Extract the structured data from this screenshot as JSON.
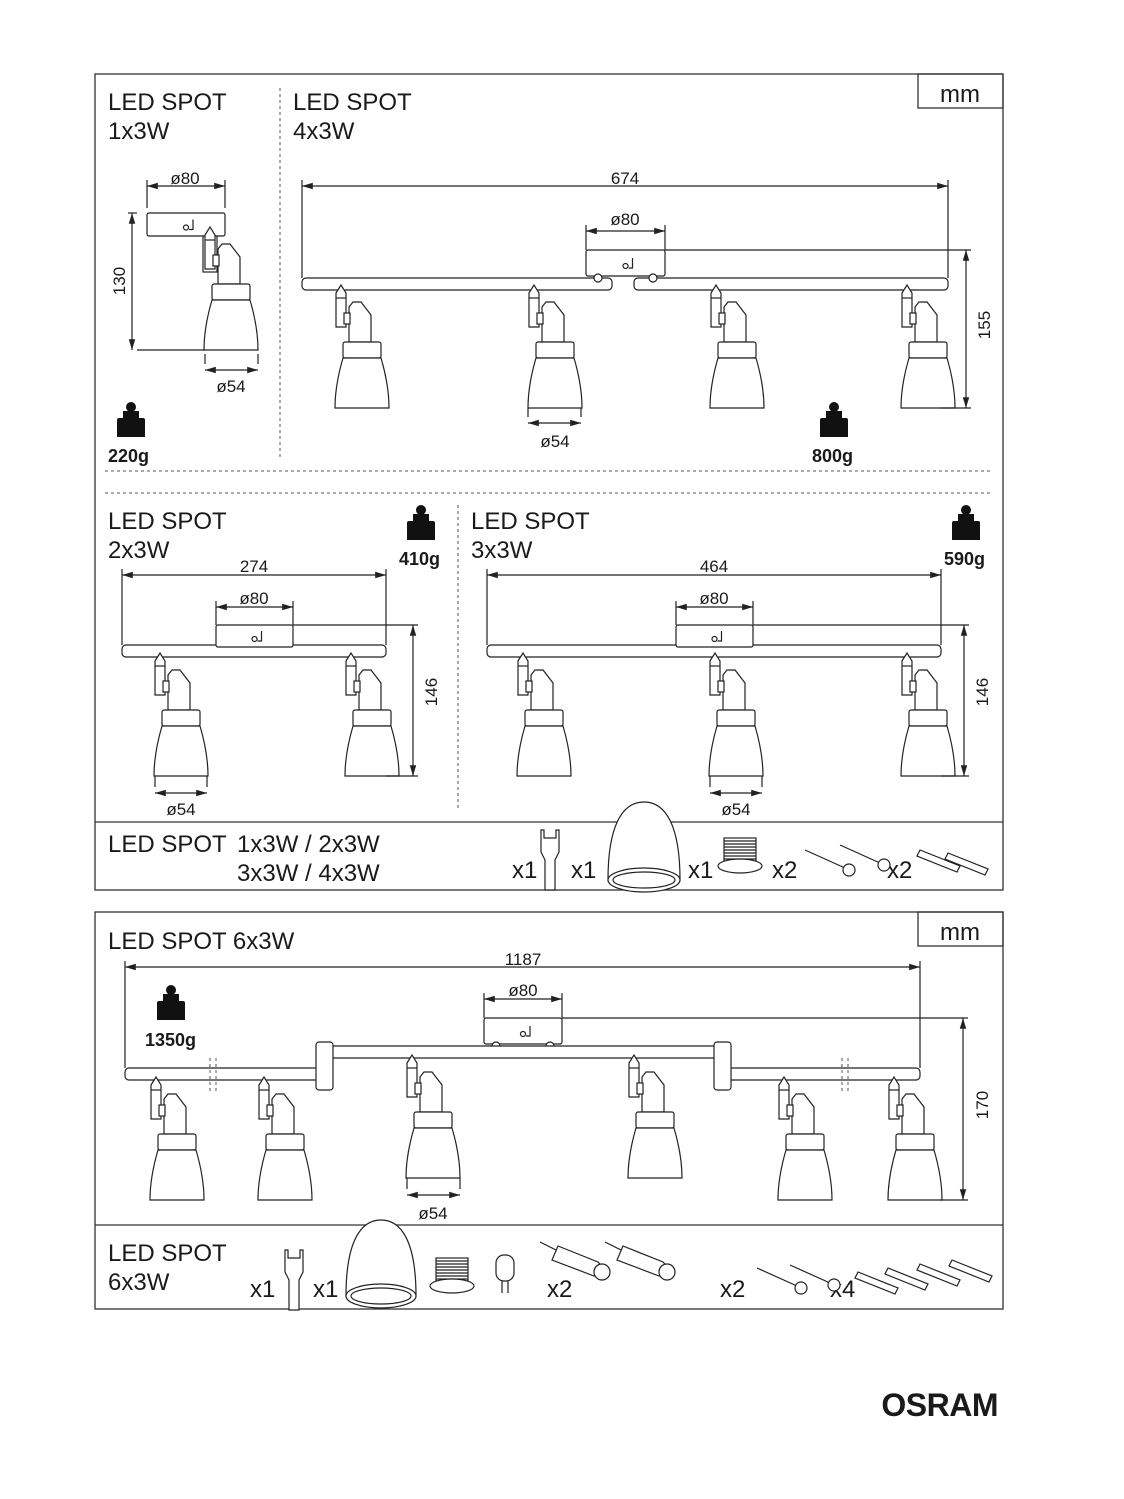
{
  "unit_label": "mm",
  "panel_1x3w": {
    "title": "LED SPOT",
    "subtitle": "1x3W",
    "canopy": "ø80",
    "height": "130",
    "shade": "ø54",
    "weight": "220g"
  },
  "panel_4x3w": {
    "title": "LED SPOT",
    "subtitle": "4x3W",
    "width": "674",
    "canopy": "ø80",
    "height": "155",
    "shade": "ø54",
    "weight": "800g"
  },
  "panel_2x3w": {
    "title": "LED SPOT",
    "subtitle": "2x3W",
    "width": "274",
    "canopy": "ø80",
    "height": "146",
    "shade": "ø54",
    "weight": "410g"
  },
  "panel_3x3w": {
    "title": "LED SPOT",
    "subtitle": "3x3W",
    "width": "464",
    "canopy": "ø80",
    "height": "146",
    "shade": "ø54",
    "weight": "590g"
  },
  "parts_a": {
    "title": "LED SPOT",
    "models_line1": "1x3W / 2x3W",
    "models_line2": "3x3W / 4x3W",
    "qty": [
      "x1",
      "x1",
      "x1",
      "x2",
      "x2"
    ]
  },
  "panel_6x3w": {
    "title": "LED SPOT 6x3W",
    "unit_label": "mm",
    "width": "1187",
    "canopy": "ø80",
    "height": "170",
    "shade": "ø54",
    "weight": "1350g"
  },
  "parts_b": {
    "title": "LED SPOT",
    "subtitle": "6x3W",
    "qty": [
      "x1",
      "x1",
      "x2",
      "x2",
      "x4"
    ]
  },
  "logo": "OSRAM"
}
